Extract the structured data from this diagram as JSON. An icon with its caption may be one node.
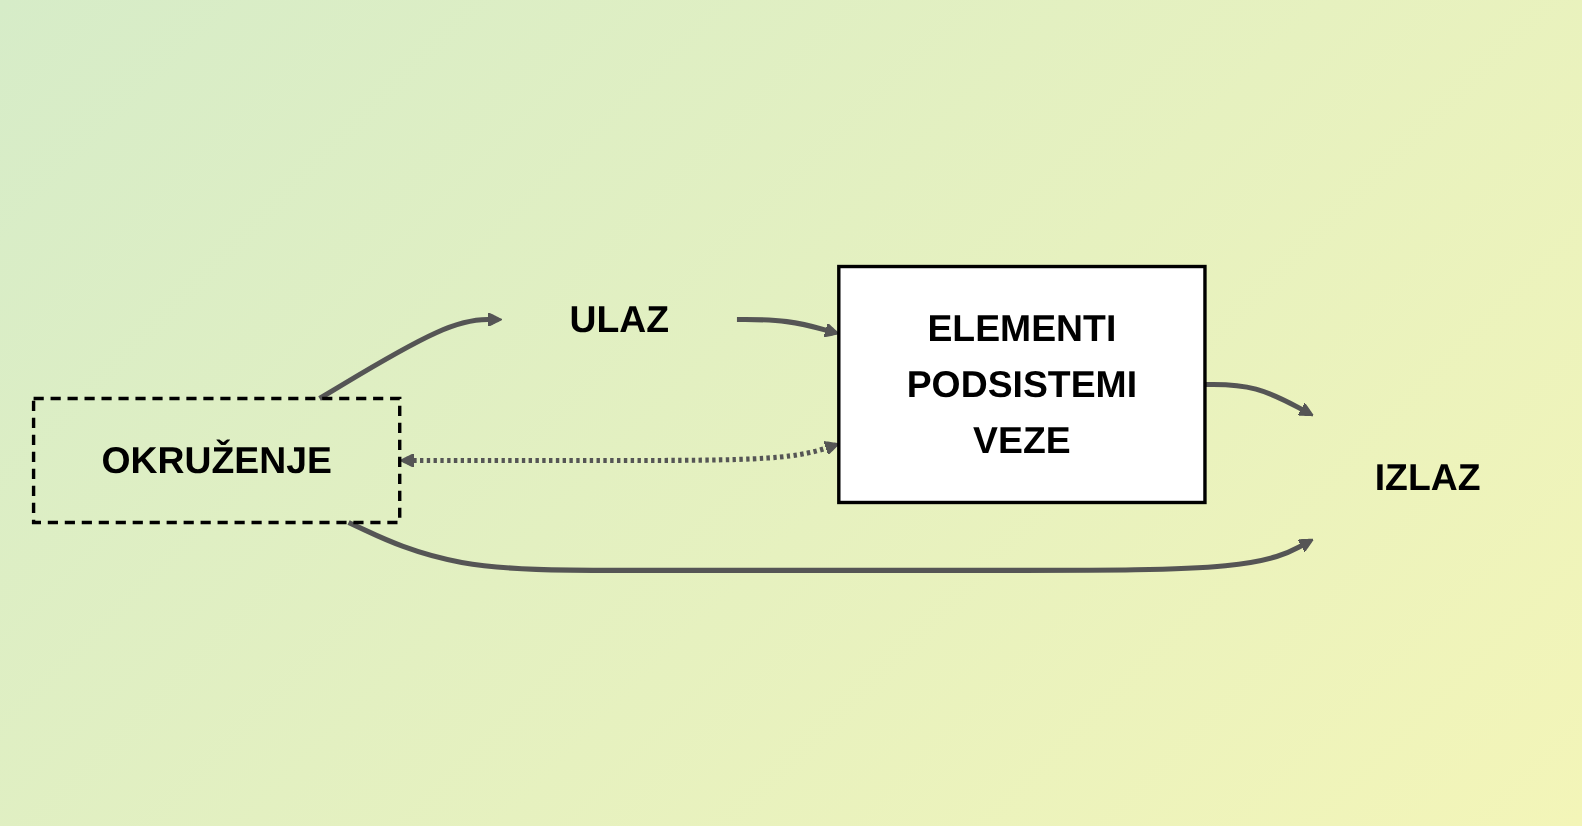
{
  "diagram": {
    "nodes": [
      {
        "text": [
          "ULAZ"
        ]
      },
      {
        "text": [
          "ELEMENTI",
          "PODSISTEMI",
          "VEZE"
        ]
      },
      {
        "text": [
          "IZLAZ"
        ]
      },
      {
        "text": [
          "OKRUŽENJE"
        ]
      }
    ],
    "edges": [
      {
        "from": 0,
        "to": 1,
        "arrow": "to"
      },
      {
        "from": 1,
        "to": 2,
        "arrow": "to"
      },
      {
        "from": 3,
        "to": 0,
        "arrow": "to"
      },
      {
        "from": 3,
        "to": 1,
        "arrow": "both",
        "style": "dashed"
      },
      {
        "from": 3,
        "to": 2,
        "arrow": "to"
      }
    ]
  }
}
